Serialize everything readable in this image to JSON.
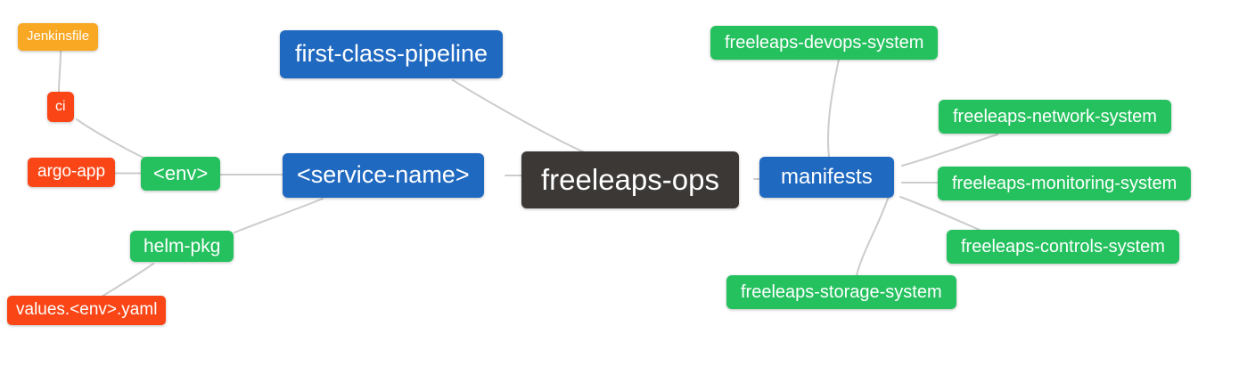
{
  "diagram": {
    "type": "mindmap",
    "colors": {
      "root_node": "#3b3836",
      "branch_node": "#2069c0",
      "green_node": "#25c15f",
      "orange_node": "#f8a823",
      "red_node": "#fa4616",
      "edge": "#cccccc",
      "node_text": "#ffffff",
      "background": "#ffffff"
    },
    "nodes": {
      "freeleaps_ops": {
        "label": "freeleaps-ops"
      },
      "first_class_pipeline": {
        "label": "first-class-pipeline"
      },
      "service_name": {
        "label": "<service-name>"
      },
      "env": {
        "label": "<env>"
      },
      "ci": {
        "label": "ci"
      },
      "jenkinsfile": {
        "label": "Jenkinsfile"
      },
      "argo_app": {
        "label": "argo-app"
      },
      "helm_pkg": {
        "label": "helm-pkg"
      },
      "values_env_yaml": {
        "label": "values.<env>.yaml"
      },
      "manifests": {
        "label": "manifests"
      },
      "devops_system": {
        "label": "freeleaps-devops-system"
      },
      "network_system": {
        "label": "freeleaps-network-system"
      },
      "monitoring_system": {
        "label": "freeleaps-monitoring-system"
      },
      "controls_system": {
        "label": "freeleaps-controls-system"
      },
      "storage_system": {
        "label": "freeleaps-storage-system"
      }
    },
    "edges": [
      {
        "from": "jenkinsfile",
        "to": "ci"
      },
      {
        "from": "ci",
        "to": "env"
      },
      {
        "from": "argo_app",
        "to": "env"
      },
      {
        "from": "env",
        "to": "service_name"
      },
      {
        "from": "helm_pkg",
        "to": "service_name"
      },
      {
        "from": "values_env_yaml",
        "to": "helm_pkg"
      },
      {
        "from": "first_class_pipeline",
        "to": "freeleaps_ops"
      },
      {
        "from": "service_name",
        "to": "freeleaps_ops"
      },
      {
        "from": "freeleaps_ops",
        "to": "manifests"
      },
      {
        "from": "manifests",
        "to": "devops_system"
      },
      {
        "from": "manifests",
        "to": "network_system"
      },
      {
        "from": "manifests",
        "to": "monitoring_system"
      },
      {
        "from": "manifests",
        "to": "controls_system"
      },
      {
        "from": "manifests",
        "to": "storage_system"
      }
    ]
  }
}
